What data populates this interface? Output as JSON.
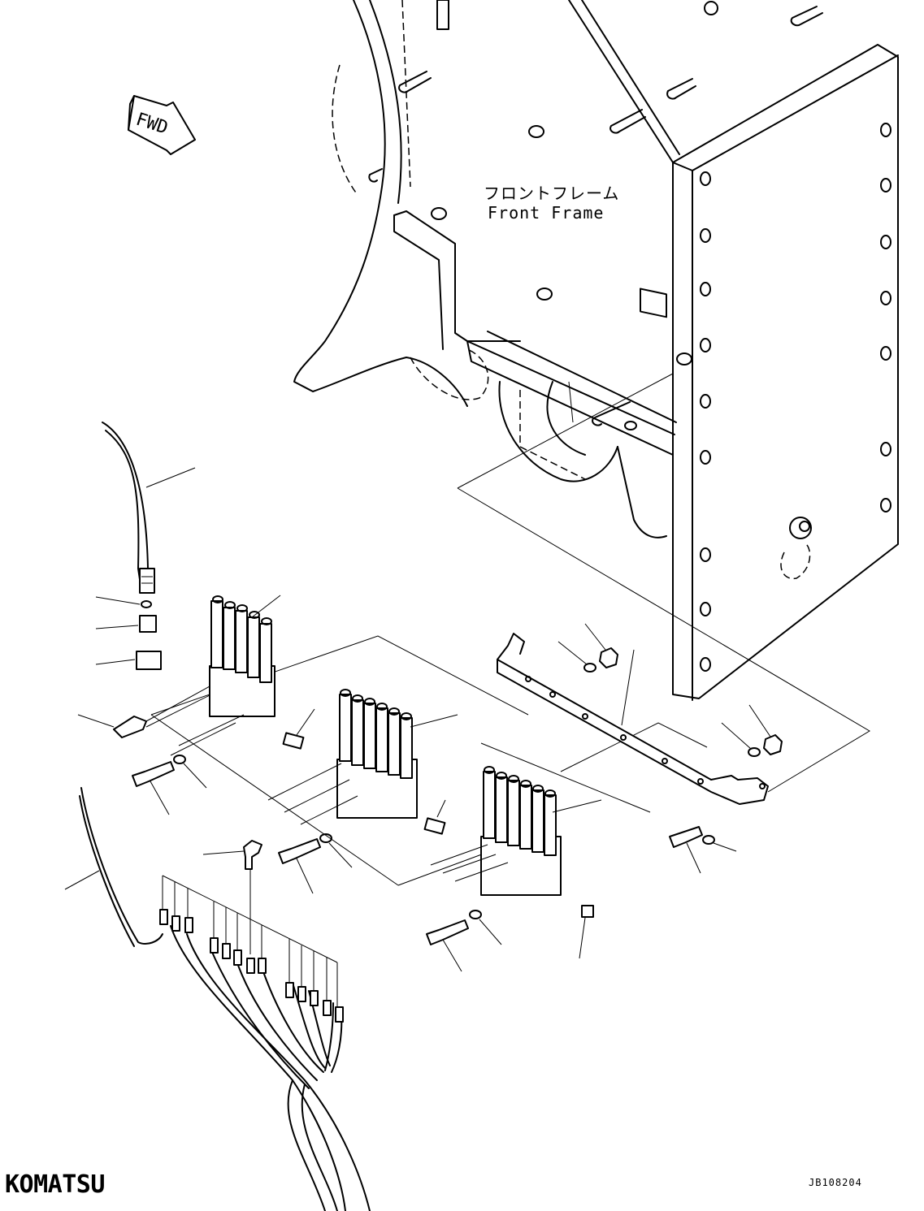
{
  "fwd_label": "FWD",
  "frame_label_jp": "フロントフレーム",
  "frame_label_en": "Front Frame",
  "brand": "KOMATSU",
  "drawing_code": "JB108204"
}
